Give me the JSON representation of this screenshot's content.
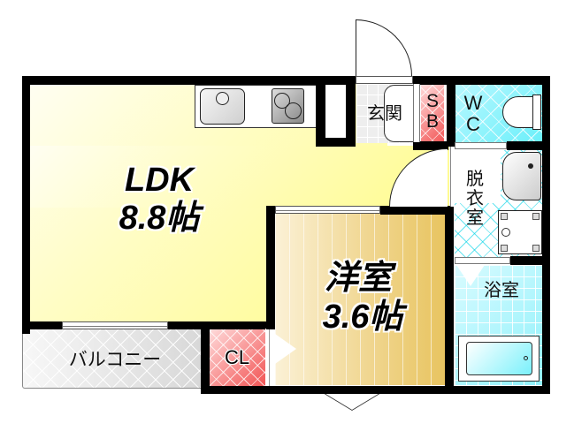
{
  "floor_plan": {
    "rooms": {
      "ldk": {
        "name": "LDK",
        "size": "8.8帖"
      },
      "western_room": {
        "name": "洋室",
        "size": "3.6帖"
      },
      "entrance": {
        "name": "玄関"
      },
      "shoe_box": {
        "name": "SB",
        "line1": "S",
        "line2": "B"
      },
      "toilet": {
        "name": "WC",
        "line1": "W",
        "line2": "C"
      },
      "dressing_room": {
        "name": "脱衣室",
        "line1": "脱",
        "line2": "衣",
        "line3": "室"
      },
      "bathroom": {
        "name": "浴室"
      },
      "closet": {
        "name": "CL"
      },
      "balcony": {
        "name": "バルコニー"
      }
    },
    "fixtures": [
      "kitchen-sink",
      "two-burner-stove",
      "toilet",
      "washbasin",
      "washing-machine-pan",
      "bathtub"
    ],
    "colors": {
      "ldk": "#fffb8e",
      "western_room": "#e8c460",
      "wet_area": "#7af1fb",
      "closet_storage": "#f25555",
      "balcony": "#e6e6e6",
      "wall": "#000000"
    }
  }
}
